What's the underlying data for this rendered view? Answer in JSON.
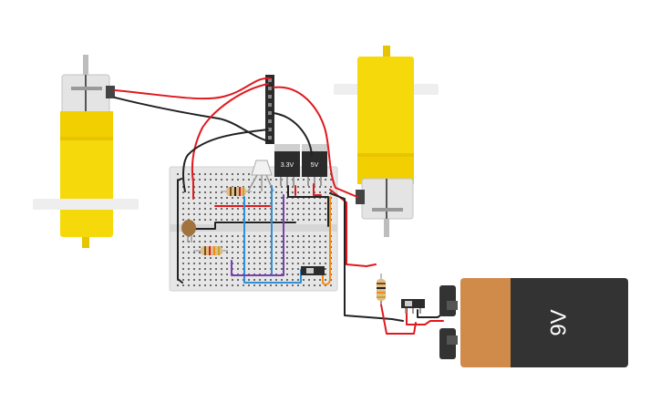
{
  "regulators": {
    "left_label": "3.3V",
    "right_label": "5V"
  },
  "battery": {
    "label": "9V"
  },
  "colors": {
    "background": "#ffffff",
    "motor_yellow": "#f5d90a",
    "breadboard": "#e6e6e6",
    "battery_copper": "#d08a4a",
    "battery_black": "#333333",
    "wire_red": "#e0191e",
    "wire_black": "#222222",
    "wire_blue": "#2f8fd8",
    "wire_purple": "#7a3fb0",
    "wire_orange": "#f08a1c"
  }
}
